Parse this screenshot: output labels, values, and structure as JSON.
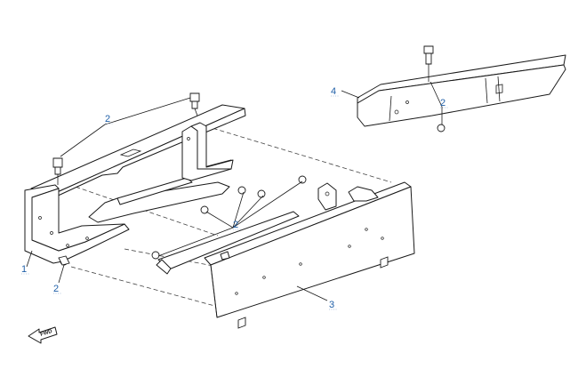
{
  "diagram": {
    "callouts": [
      {
        "id": "c1",
        "label": "1"
      },
      {
        "id": "c2a",
        "label": "2"
      },
      {
        "id": "c2b",
        "label": "2"
      },
      {
        "id": "c2c",
        "label": "2"
      },
      {
        "id": "c2d",
        "label": "2"
      },
      {
        "id": "c3",
        "label": "3"
      },
      {
        "id": "c4",
        "label": "4"
      }
    ],
    "direction_marker": "FWD"
  }
}
